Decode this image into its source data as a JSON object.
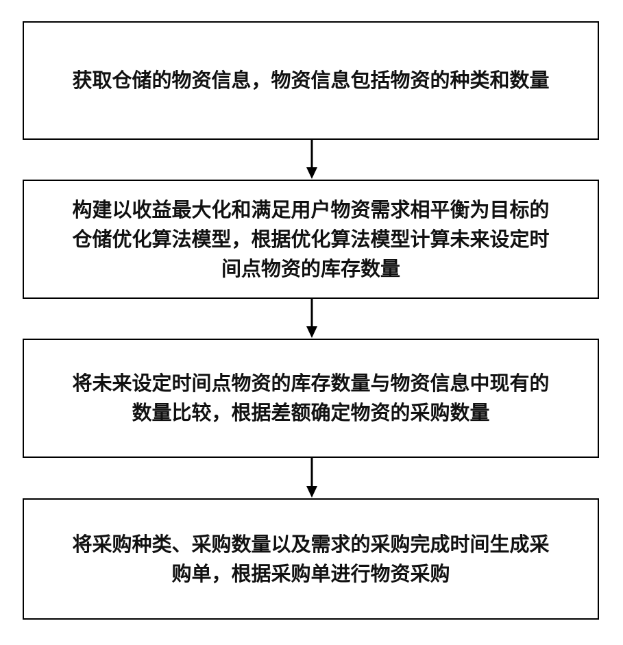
{
  "flowchart": {
    "steps": [
      {
        "text": "获取仓储的物资信息，物资信息包括物资的种类和数量"
      },
      {
        "text": "构建以收益最大化和满足用户物资需求相平衡为目标的\n仓储优化算法模型，根据优化算法模型计算未来设定时\n间点物资的库存数量"
      },
      {
        "text": "将未来设定时间点物资的库存数量与物资信息中现有的\n数量比较，根据差额确定物资的采购数量"
      },
      {
        "text": "将采购种类、采购数量以及需求的采购完成时间生成采\n购单，根据采购单进行物资采购"
      }
    ],
    "colors": {
      "border": "#000000",
      "text": "#111111",
      "arrow": "#000000",
      "background": "#ffffff"
    }
  }
}
